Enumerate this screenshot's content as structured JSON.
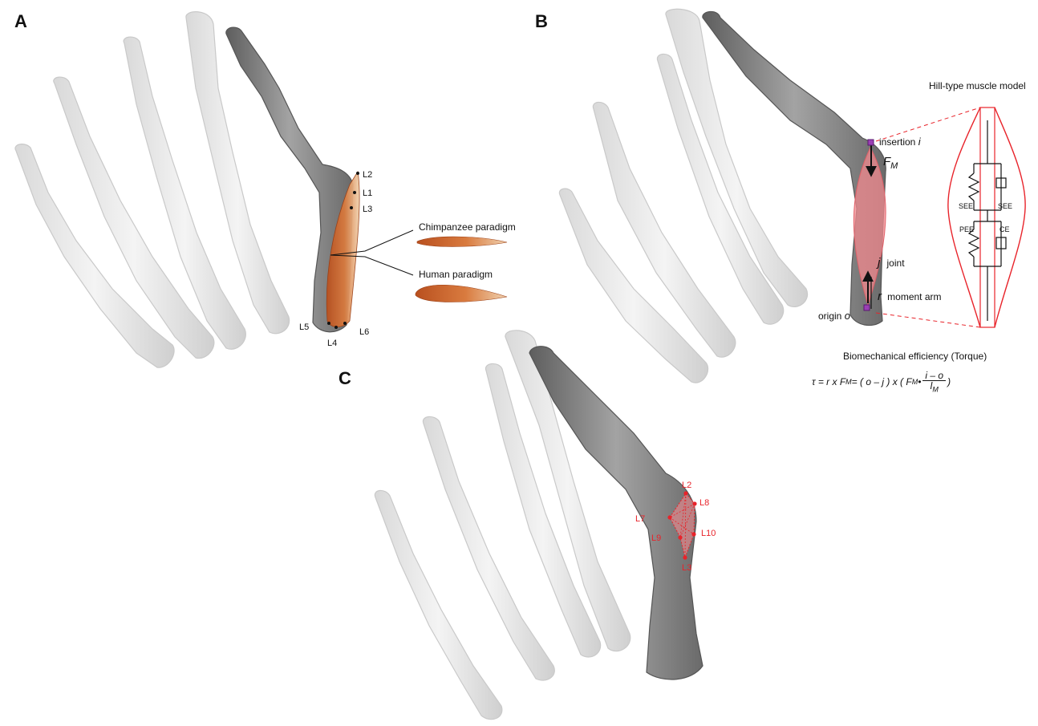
{
  "panels": {
    "a": "A",
    "b": "B",
    "c": "C"
  },
  "panel_a": {
    "landmarks": [
      "L2",
      "L1",
      "L3",
      "L5",
      "L4",
      "L6"
    ],
    "chimp_label": "Chimpanzee paradigm",
    "human_label": "Human paradigm"
  },
  "panel_b": {
    "insertion_label": "insertion",
    "insertion_symbol": "i",
    "force_symbol": "F",
    "force_subscript": "M",
    "joint_symbol": "j",
    "joint_label": "joint",
    "moment_symbol": "r",
    "moment_label": "moment arm",
    "origin_label": "origin",
    "origin_symbol": "o",
    "hill_title": "Hill-type muscle model",
    "see_left": "SEE",
    "see_right": "SEE",
    "pee": "PEE",
    "ce": "CE",
    "efficiency_title": "Biomechanical efficiency (Torque)",
    "equation": {
      "lhs": "τ = r x F",
      "sub1": "M",
      "mid": " = ( o – j ) x ( F",
      "sub2": "M",
      "dot": " •",
      "numerator": "i – o",
      "denominator": "l",
      "denominator_sub": "M",
      "close": ")"
    }
  },
  "panel_c": {
    "landmarks": [
      "L2",
      "L8",
      "L7",
      "L10",
      "L9",
      "L3"
    ]
  },
  "colors": {
    "bone_light": "#ebebeb",
    "bone_edge": "#c9c9c9",
    "bone_dark": "#8a8a8a",
    "bone_dark_edge": "#555555",
    "muscle": "#c8602a",
    "muscle_light": "#f2c9a0",
    "volume_pink": "#f28a8f",
    "landmark_red": "#e8232a",
    "marker_purple": "#9b3fb5"
  }
}
